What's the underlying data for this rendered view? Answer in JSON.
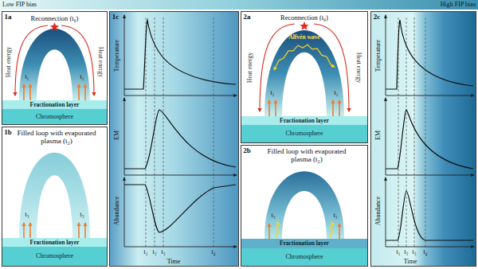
{
  "diagram": {
    "nodes": [
      {
        "text": [
          "Low FIP bias",
          "High FIP bias"
        ]
      },
      {
        "text": [
          "1a",
          "Reconnection (t₀)",
          "Heat energy",
          "Heat energy",
          "t₁",
          "t₁"
        ]
      },
      {
        "text": [
          "Fractionation layer"
        ],
        "in": 1
      },
      {
        "text": [
          "Chromosphere"
        ],
        "in": 1
      },
      {
        "text": [
          "1b",
          "Filled loop with evaporated plasma (t₂)",
          "t₃",
          "t₃"
        ]
      },
      {
        "text": [
          "Fractionation layer"
        ],
        "in": 4
      },
      {
        "text": [
          "Chromosphere"
        ],
        "in": 4
      },
      {
        "text": [
          "1c",
          "Temperature",
          "EM",
          "Abundance",
          "Time",
          "t₁",
          "t₂",
          "t₃",
          "t₄"
        ]
      },
      {
        "text": [
          "2a",
          "Reconnection (t₀)",
          "Heat energy",
          "Heat energy",
          "Alfvén wave",
          "t₁",
          "t₁"
        ]
      },
      {
        "text": [
          "Fractionation layer"
        ],
        "in": 8
      },
      {
        "text": [
          "Chromosphere"
        ],
        "in": 8
      },
      {
        "text": [
          "2b",
          "Filled loop with evaporated plasma (t₂)",
          "t₃",
          "t₃"
        ]
      },
      {
        "text": [
          "Fractionation layer"
        ],
        "in": 11
      },
      {
        "text": [
          "Chromosphere"
        ],
        "in": 11
      },
      {
        "text": [
          "2c",
          "Temperature",
          "EM",
          "Abundance",
          "Time",
          "t₁",
          "t₂",
          "t₃",
          "t₄"
        ]
      }
    ]
  }
}
